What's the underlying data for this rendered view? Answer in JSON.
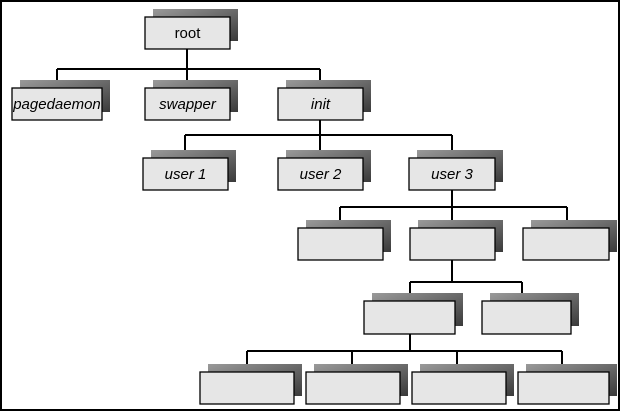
{
  "tree": {
    "root": "root",
    "level1": [
      "pagedaemon",
      "swapper",
      "init"
    ],
    "init_children": [
      "user 1",
      "user 2",
      "user 3"
    ],
    "user3_children": [
      "",
      "",
      ""
    ],
    "level4": [
      "",
      ""
    ],
    "level5": [
      "",
      "",
      "",
      ""
    ]
  },
  "colors": {
    "box_fill": "#e6e6e6",
    "shadow": "#5e5e5e",
    "line": "#000000"
  }
}
